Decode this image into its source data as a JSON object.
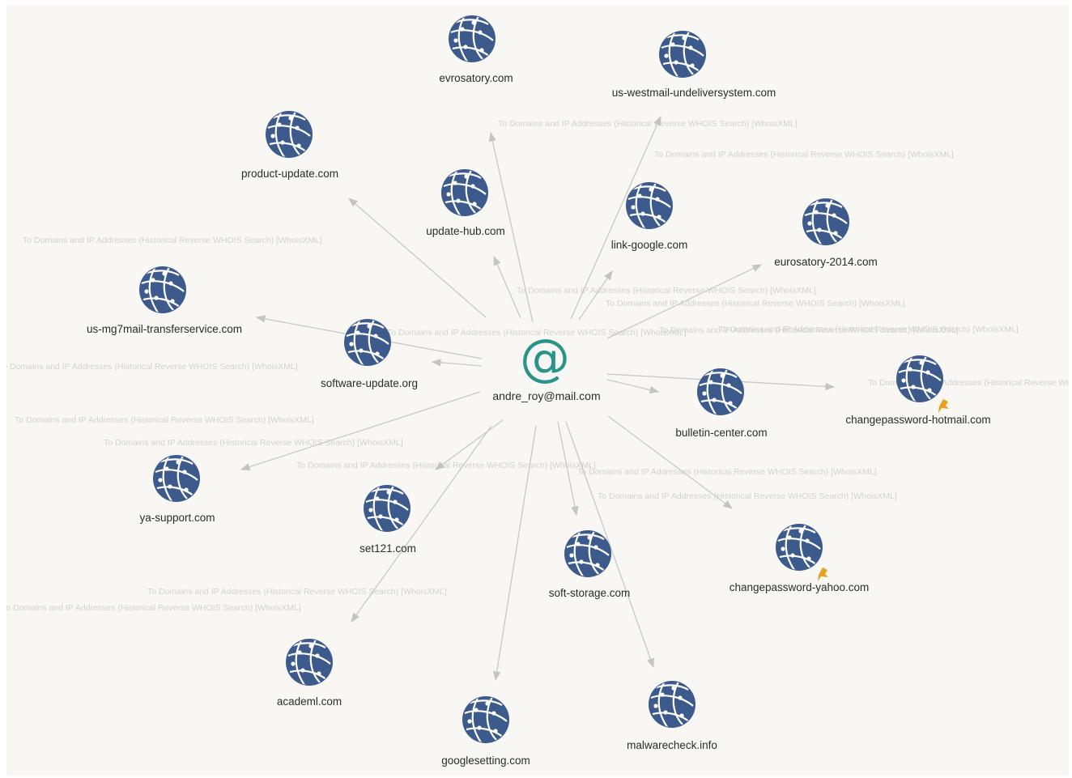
{
  "graph": {
    "center": {
      "label": "andre_roy@mail.com",
      "icon": "email-at-icon",
      "color": "#2a9489"
    },
    "node_color": "#3d5a8c",
    "pin_color": "#e8a020",
    "edge_color": "#c8c8c8",
    "nodes": [
      {
        "id": "evrosatory",
        "label": "evrosatory.com",
        "icon": "globe-icon"
      },
      {
        "id": "us-westmail",
        "label": "us-westmail-undeliversystem.com",
        "icon": "globe-icon"
      },
      {
        "id": "product-update",
        "label": "product-update.com",
        "icon": "globe-icon"
      },
      {
        "id": "update-hub",
        "label": "update-hub.com",
        "icon": "globe-icon"
      },
      {
        "id": "link-google",
        "label": "link-google.com",
        "icon": "globe-icon"
      },
      {
        "id": "eurosatory-2014",
        "label": "eurosatory-2014.com",
        "icon": "globe-icon"
      },
      {
        "id": "us-mg7mail",
        "label": "us-mg7mail-transferservice.com",
        "icon": "globe-icon"
      },
      {
        "id": "software-update",
        "label": "software-update.org",
        "icon": "globe-icon"
      },
      {
        "id": "bulletin-center",
        "label": "bulletin-center.com",
        "icon": "globe-icon"
      },
      {
        "id": "changepassword-hotmail",
        "label": "changepassword-hotmail.com",
        "icon": "globe-icon",
        "pinned": true
      },
      {
        "id": "ya-support",
        "label": "ya-support.com",
        "icon": "globe-icon"
      },
      {
        "id": "set121",
        "label": "set121.com",
        "icon": "globe-icon"
      },
      {
        "id": "soft-storage",
        "label": "soft-storage.com",
        "icon": "globe-icon"
      },
      {
        "id": "changepassword-yahoo",
        "label": "changepassword-yahoo.com",
        "icon": "globe-icon",
        "pinned": true
      },
      {
        "id": "academl",
        "label": "academl.com",
        "icon": "globe-icon"
      },
      {
        "id": "googlesetting",
        "label": "googlesetting.com",
        "icon": "globe-icon"
      },
      {
        "id": "malwarecheck",
        "label": "malwarecheck.info",
        "icon": "globe-icon"
      }
    ],
    "edge_label": "To Domains and IP Addresses (Historical Reverse WHOIS Search) [WhoisXML]",
    "edges": [
      {
        "to": "evrosatory"
      },
      {
        "to": "us-westmail"
      },
      {
        "to": "product-update"
      },
      {
        "to": "update-hub"
      },
      {
        "to": "link-google"
      },
      {
        "to": "eurosatory-2014"
      },
      {
        "to": "us-mg7mail"
      },
      {
        "to": "software-update"
      },
      {
        "to": "bulletin-center"
      },
      {
        "to": "changepassword-hotmail"
      },
      {
        "to": "ya-support"
      },
      {
        "to": "set121"
      },
      {
        "to": "soft-storage"
      },
      {
        "to": "changepassword-yahoo"
      },
      {
        "to": "academl"
      },
      {
        "to": "googlesetting"
      },
      {
        "to": "malwarecheck"
      }
    ]
  }
}
